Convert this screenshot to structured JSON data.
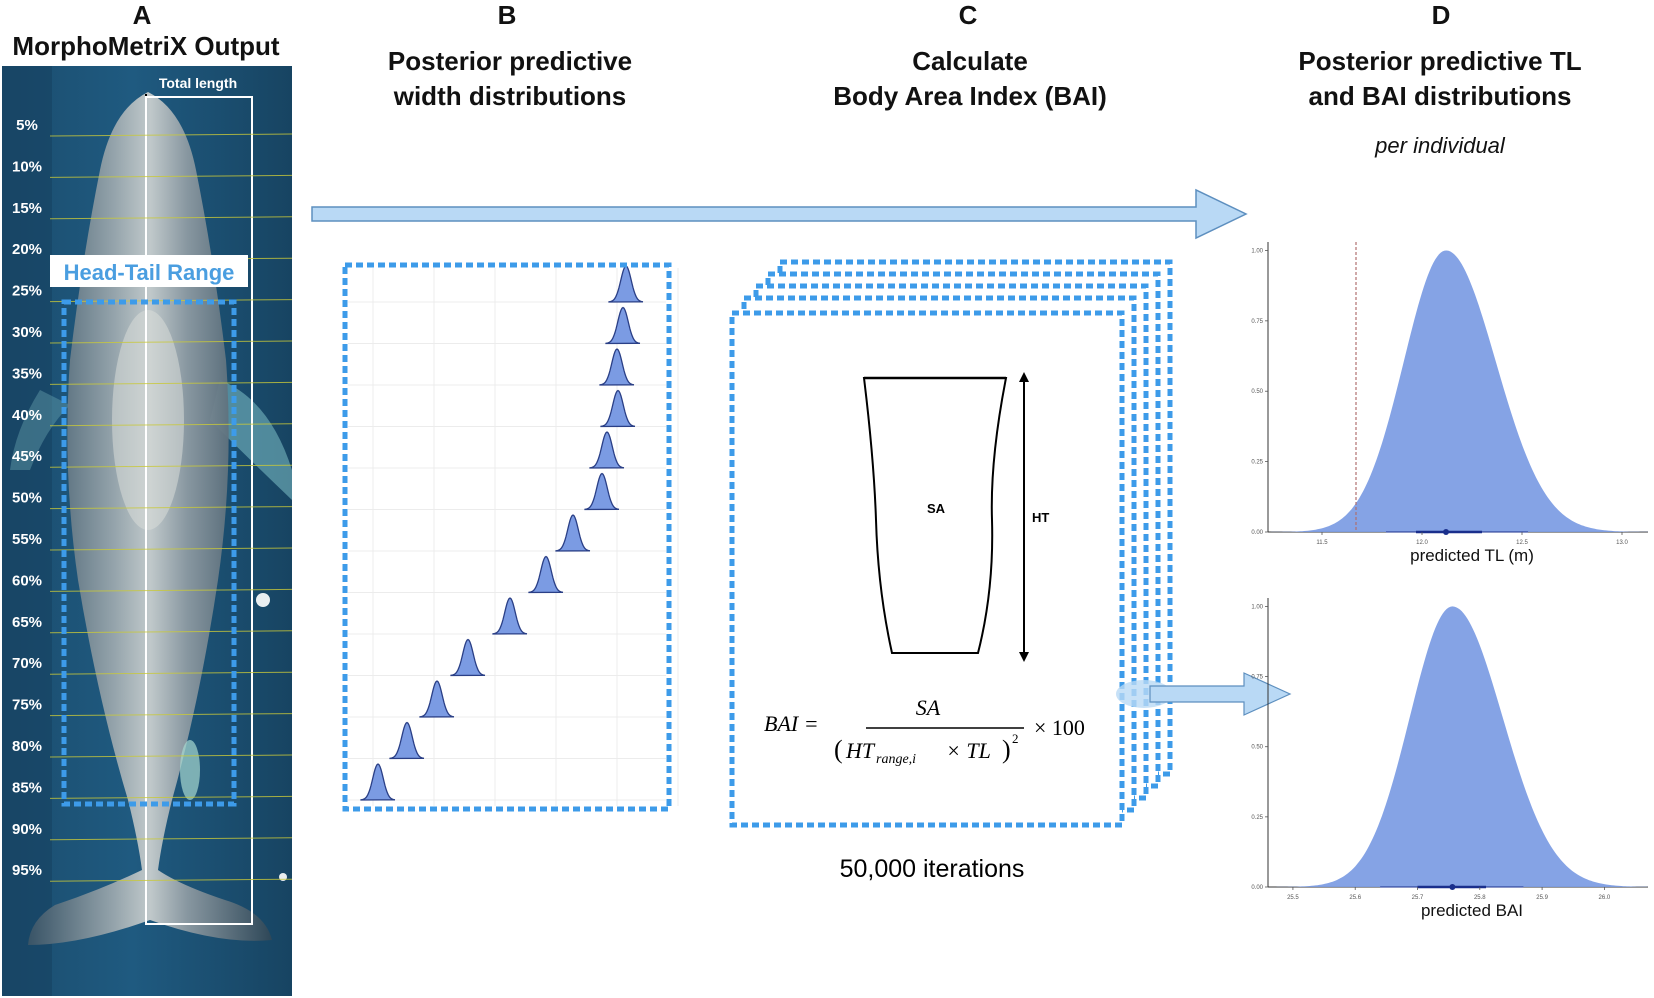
{
  "panels": {
    "a": {
      "letter": "A",
      "title": "MorphoMetriX Output",
      "total_length_label": "Total length",
      "range_label": "Head-Tail Range",
      "percent_labels": [
        "5%",
        "10%",
        "15%",
        "20%",
        "25%",
        "30%",
        "35%",
        "40%",
        "45%",
        "50%",
        "55%",
        "60%",
        "65%",
        "70%",
        "75%",
        "80%",
        "85%",
        "90%",
        "95%"
      ]
    },
    "b": {
      "letter": "B",
      "title": "Posterior predictive\nwidth distributions"
    },
    "c": {
      "letter": "C",
      "title": "Calculate\nBody Area Index (BAI)",
      "sa_label": "SA",
      "ht_label": "HT",
      "formula_lhs": "BAI =",
      "formula_num": "SA",
      "formula_den_a": "HT",
      "formula_den_sub": "range,i",
      "formula_den_b": "× TL",
      "formula_exp": "2",
      "formula_tail": "× 100",
      "iterations": "50,000 iterations"
    },
    "d": {
      "letter": "D",
      "title": "Posterior predictive TL\nand BAI distributions",
      "subtitle": "per individual"
    }
  },
  "colors": {
    "dist_fill": "#7b9be3",
    "dist_stroke": "#2a3f86",
    "dash_box": "#3d9be9",
    "arrow_fill": "#b9d9f5",
    "arrow_stroke": "#5d8fbf",
    "ocean": "#1a4e72"
  },
  "chart_data": [
    {
      "type": "area",
      "xlabel": "predicted TL (m)",
      "ylabel": "",
      "x_ticks": [
        "11.5",
        "12.0",
        "12.5",
        "13.0"
      ],
      "y_ticks": [
        "0.00",
        "0.25",
        "0.50",
        "0.75",
        "1.00"
      ],
      "xlim": [
        11.23,
        13.13
      ],
      "ylim": [
        0,
        1.03
      ],
      "mode": 12.12,
      "interval": [
        11.97,
        12.3
      ],
      "interval_wide": [
        11.82,
        12.53
      ],
      "reference_line_x": 11.67,
      "reference_line_style": "dashed"
    },
    {
      "type": "area",
      "xlabel": "predicted BAI",
      "ylabel": "",
      "x_ticks": [
        "25.5",
        "25.6",
        "25.7",
        "25.8",
        "25.9",
        "26.0"
      ],
      "y_ticks": [
        "0.00",
        "0.25",
        "0.50",
        "0.75",
        "1.00"
      ],
      "xlim": [
        25.46,
        26.07
      ],
      "ylim": [
        0,
        1.03
      ],
      "mode": 25.756,
      "interval": [
        25.7,
        25.81
      ],
      "interval_wide": [
        25.64,
        25.87
      ]
    }
  ]
}
